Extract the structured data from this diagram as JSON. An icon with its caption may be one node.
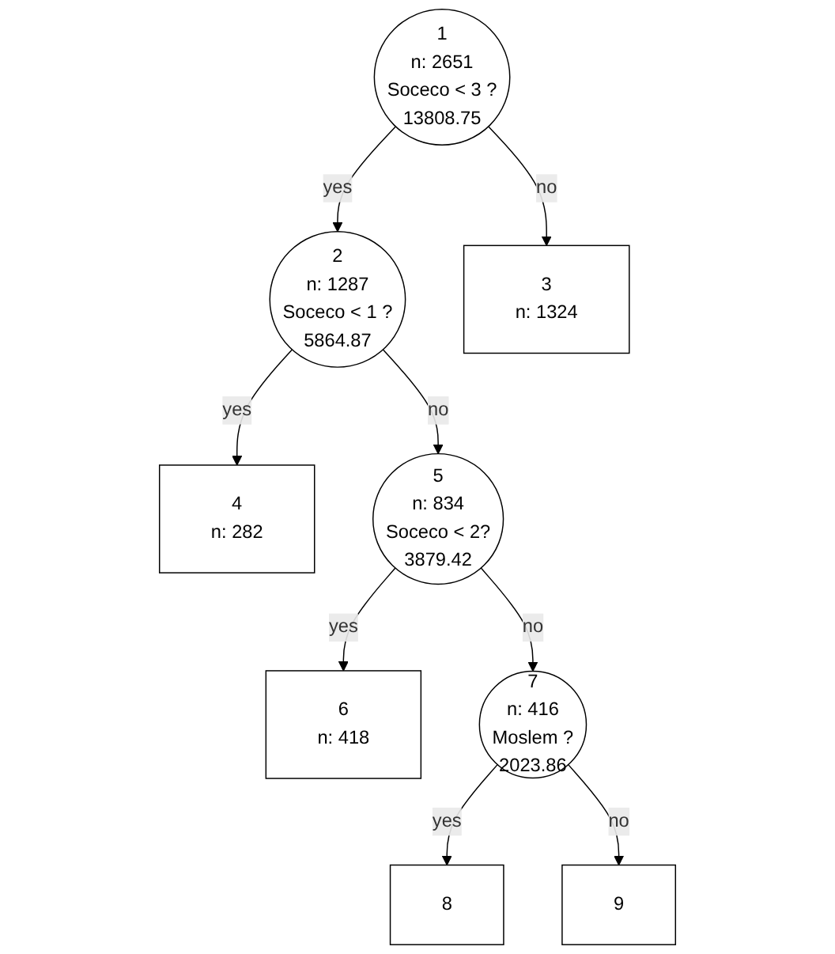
{
  "diagram": {
    "nodes": [
      {
        "text": [
          "1",
          "n: 2651",
          "Soceco < 3 ?",
          "13808.75"
        ]
      },
      {
        "text": [
          "2",
          "n: 1287",
          "Soceco < 1 ?",
          "5864.87"
        ]
      },
      {
        "text": [
          "3",
          "n: 1324"
        ]
      },
      {
        "text": [
          "4",
          "n: 282"
        ]
      },
      {
        "text": [
          "5",
          "n: 834",
          "Soceco < 2?",
          "3879.42"
        ]
      },
      {
        "text": [
          "6",
          "n: 418"
        ]
      },
      {
        "text": [
          "7",
          "n: 416",
          "Moslem ?",
          "2023.86"
        ]
      },
      {
        "text": [
          "8"
        ]
      },
      {
        "text": [
          "9"
        ]
      }
    ],
    "edges": [
      {
        "from": 0,
        "to": 1,
        "arrow": "to",
        "label": "yes"
      },
      {
        "from": 0,
        "to": 2,
        "arrow": "to",
        "label": "no"
      },
      {
        "from": 1,
        "to": 3,
        "arrow": "to",
        "label": "yes"
      },
      {
        "from": 1,
        "to": 4,
        "arrow": "to",
        "label": "no"
      },
      {
        "from": 4,
        "to": 5,
        "arrow": "to",
        "label": "yes"
      },
      {
        "from": 4,
        "to": 6,
        "arrow": "to",
        "label": "no"
      },
      {
        "from": 6,
        "to": 7,
        "arrow": "to",
        "label": "yes"
      },
      {
        "from": 6,
        "to": 8,
        "arrow": "to",
        "label": "no"
      }
    ]
  }
}
